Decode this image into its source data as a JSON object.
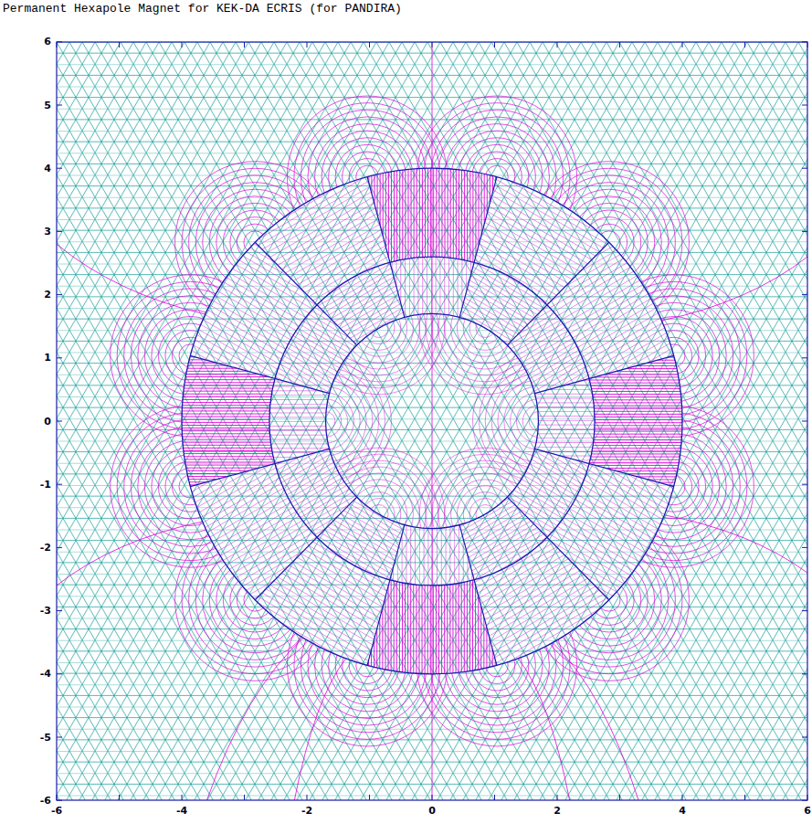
{
  "diagram": {
    "title": "Permanent Hexapole Magnet for KEK-DA ECRIS (for PANDIRA)",
    "labels": [
      "6",
      "5",
      "4",
      "3",
      "2",
      "1",
      "0",
      "-1",
      "-2",
      "-3",
      "-4",
      "-5",
      "-6",
      "-6",
      "-4",
      "-2",
      "0",
      "2",
      "4",
      "6"
    ]
  }
}
